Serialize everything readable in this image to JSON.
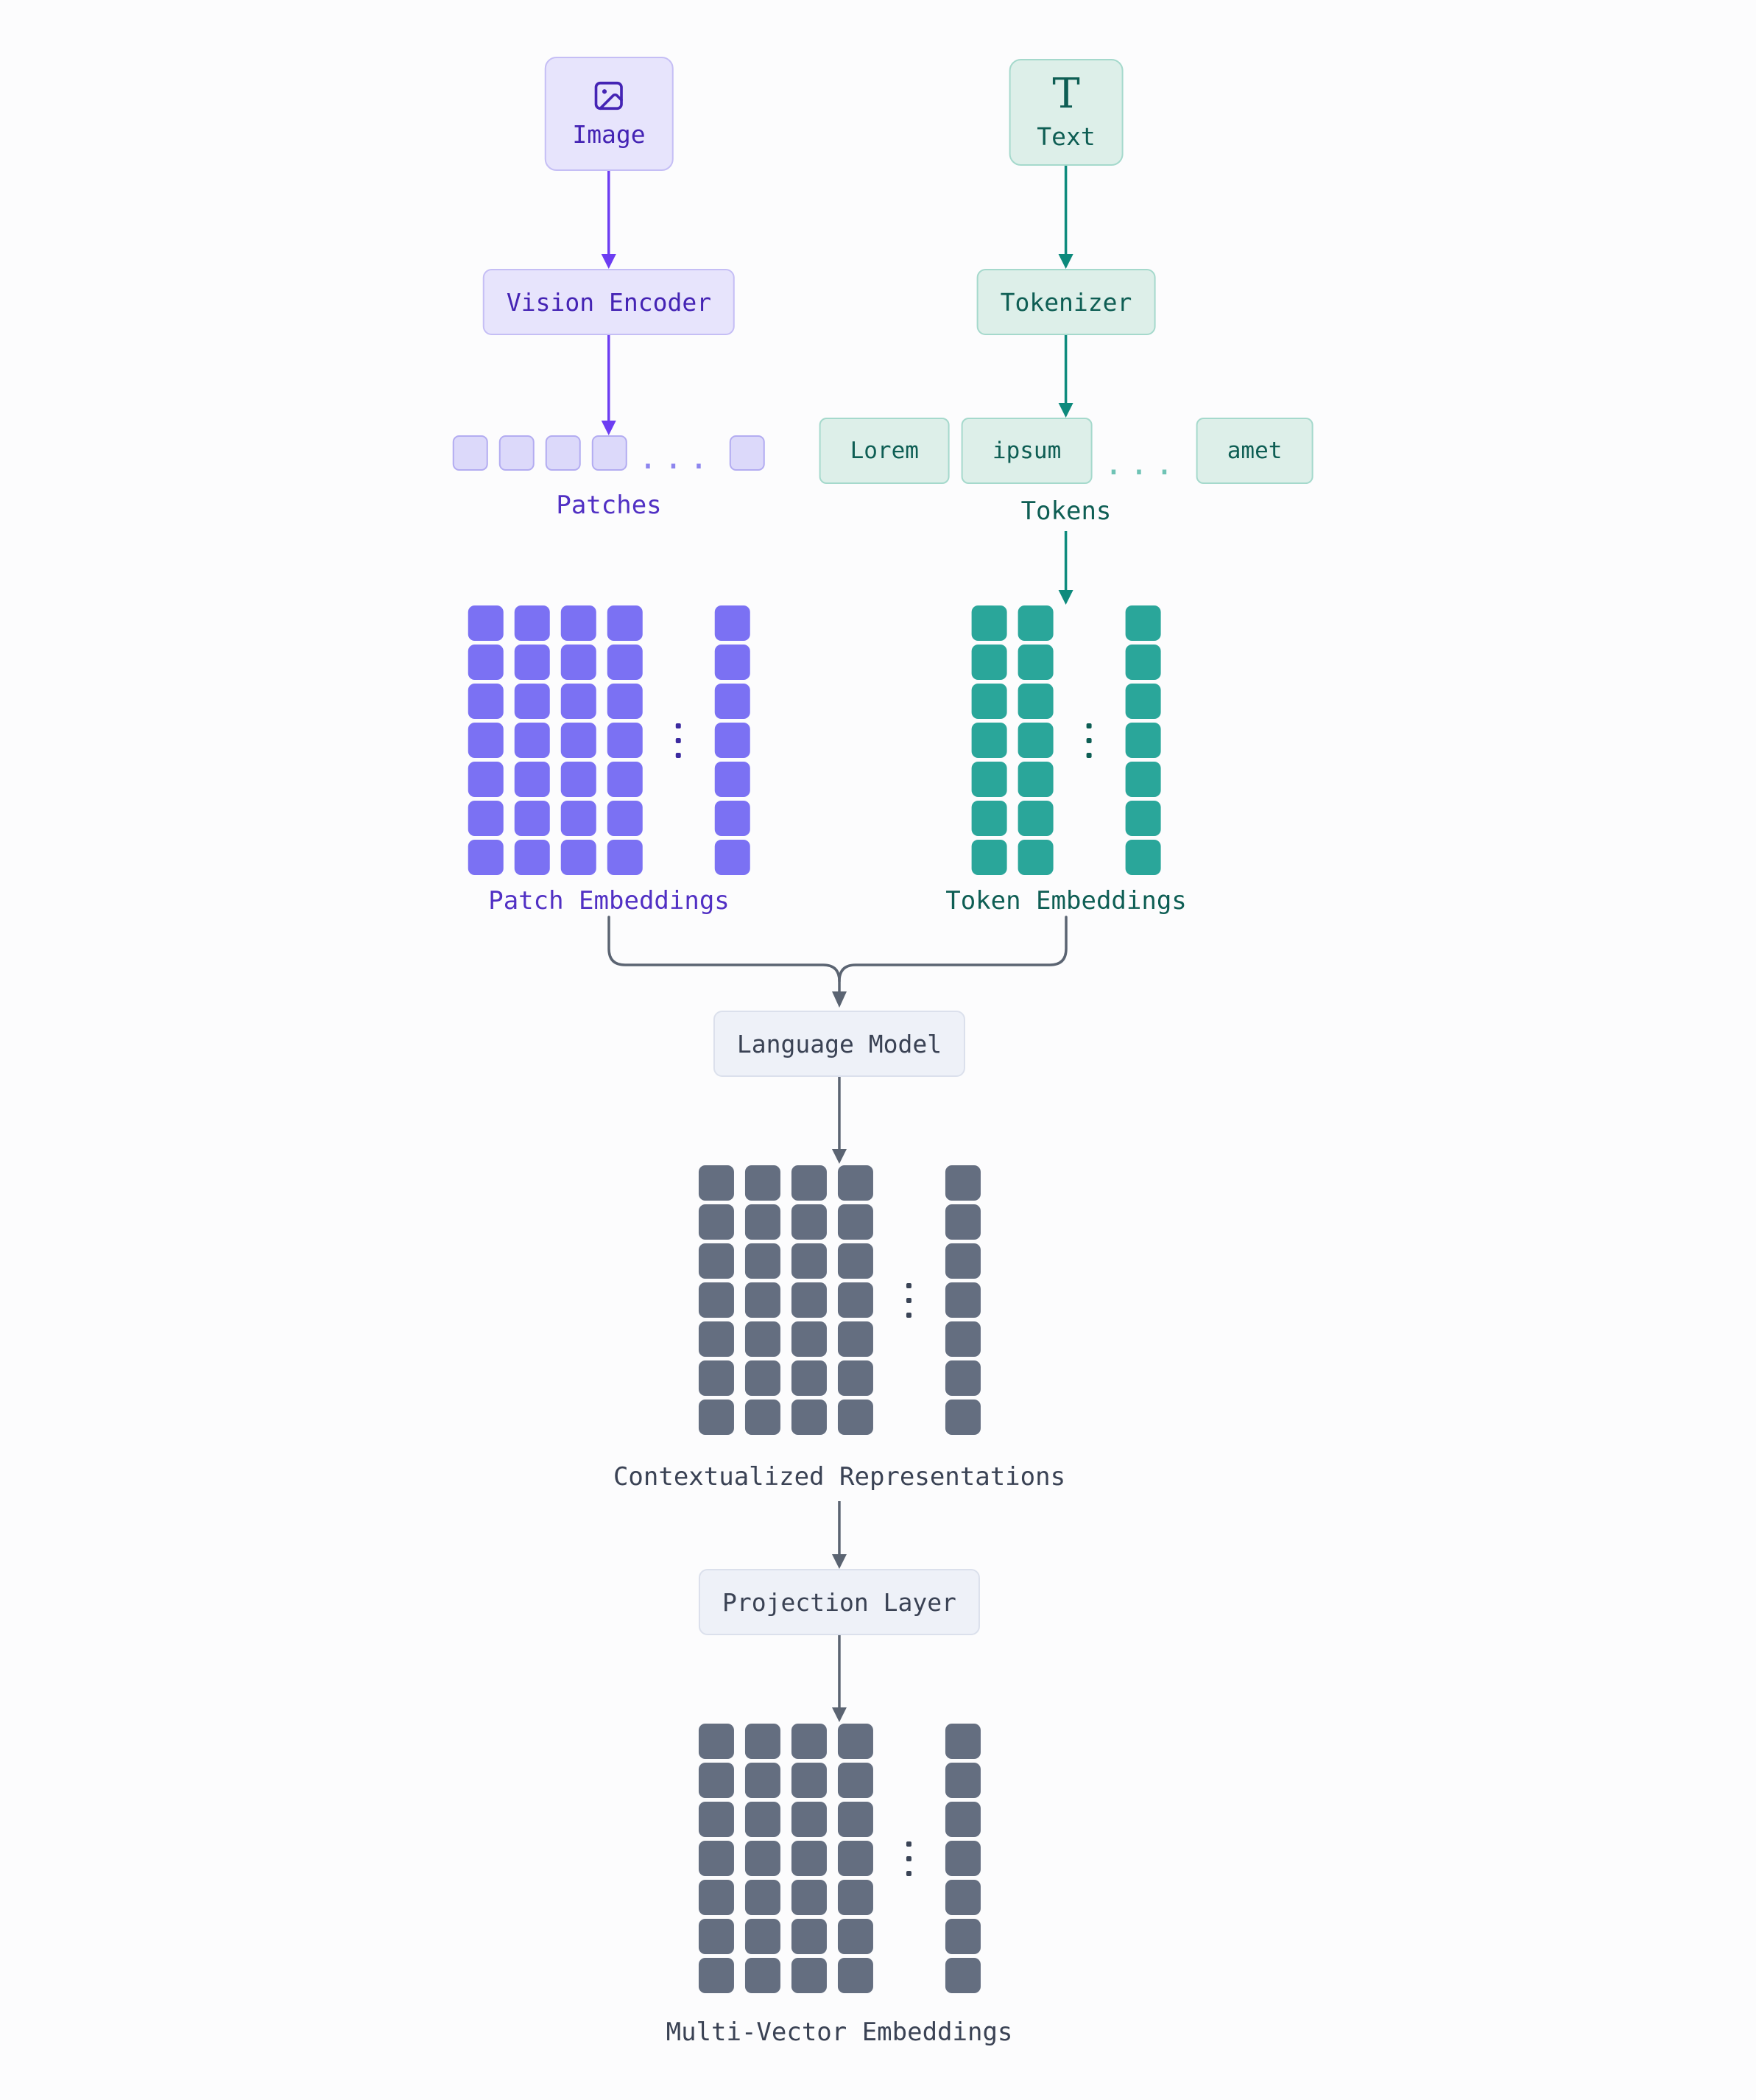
{
  "palette": {
    "background": "#fcfcfd",
    "purple_accent": "#6d3df2",
    "purple_text": "#4423b4",
    "purple_box_bg": "#e7e4fc",
    "purple_box_border": "#c5bef5",
    "purple_patch_bg": "#dcd9fa",
    "purple_patch_border": "#b3acf1",
    "purple_square": "#7b71f3",
    "purple_label": "#5130c4",
    "teal_accent": "#0d8a7c",
    "teal_text": "#0e5e54",
    "teal_box_bg": "#ddefe9",
    "teal_box_border": "#a5d9cc",
    "teal_square": "#2aa69a",
    "slate_accent": "#5b6472",
    "slate_text": "#3a4254",
    "slate_box_bg": "#eef1f8",
    "slate_box_border": "#dbe0ec",
    "slate_square": "#646e80"
  },
  "image_branch": {
    "input_label": "Image",
    "encoder_label": "Vision Encoder",
    "ellipsis": "...",
    "patches_label": "Patches",
    "embeddings_label": "Patch Embeddings",
    "patches_visible_before": 4,
    "patches_visible_after": 1,
    "grid": {
      "cols_before": 4,
      "cols_after": 1,
      "rows": 7
    }
  },
  "text_branch": {
    "input_label": "Text",
    "input_icon_glyph": "T",
    "tokenizer_label": "Tokenizer",
    "tokens": [
      "Lorem",
      "ipsum",
      "amet"
    ],
    "ellipsis": "...",
    "tokens_label": "Tokens",
    "embeddings_label": "Token Embeddings",
    "grid": {
      "cols_before": 2,
      "cols_after": 1,
      "rows": 7
    }
  },
  "fusion": {
    "language_model_label": "Language Model",
    "contextualized_label": "Contextualized Representations",
    "projection_label": "Projection Layer",
    "output_label": "Multi-Vector Embeddings",
    "upper_grid": {
      "cols_before": 4,
      "cols_after": 1,
      "rows": 7
    },
    "lower_grid": {
      "cols_before": 4,
      "cols_after": 1,
      "rows": 7
    }
  }
}
